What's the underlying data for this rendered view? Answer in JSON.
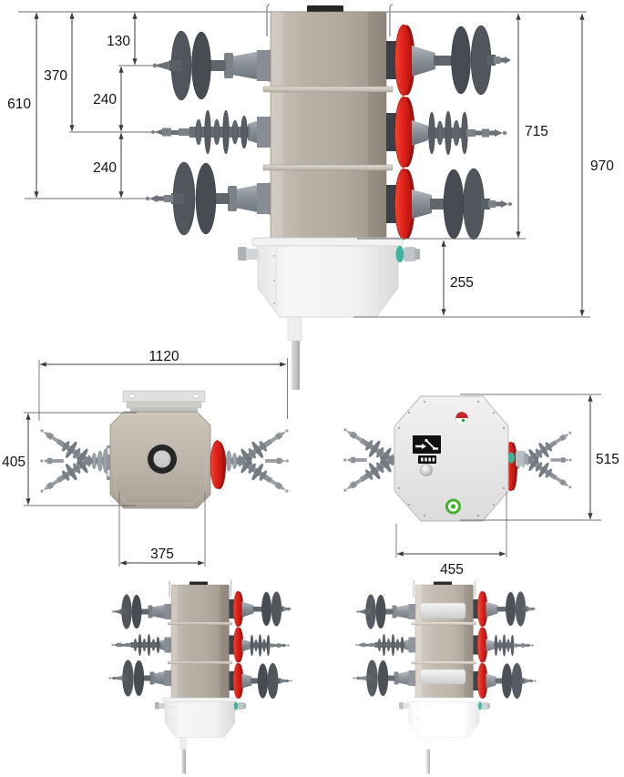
{
  "drawing": {
    "title": "recloser-outline-drawing",
    "front_view": {
      "dims": {
        "d130": "130",
        "d370": "370",
        "d610": "610",
        "d240_top": "240",
        "d240_bottom": "240",
        "d715": "715",
        "d970": "970",
        "d255": "255"
      }
    },
    "top_view": {
      "dims": {
        "d1120": "1120",
        "d405": "405",
        "d375": "375"
      }
    },
    "side_view": {
      "dims": {
        "d515": "515",
        "d455": "455"
      }
    },
    "colors": {
      "body_tan": "#b6aea3",
      "accent_red": "#e2211a",
      "cabinet_white": "#f3f3f3",
      "bushing_gray": "#565c63",
      "indicator_green": "#44b32a",
      "gland_teal": "#3fb39c",
      "dimension_line": "#3d3d3d"
    }
  }
}
